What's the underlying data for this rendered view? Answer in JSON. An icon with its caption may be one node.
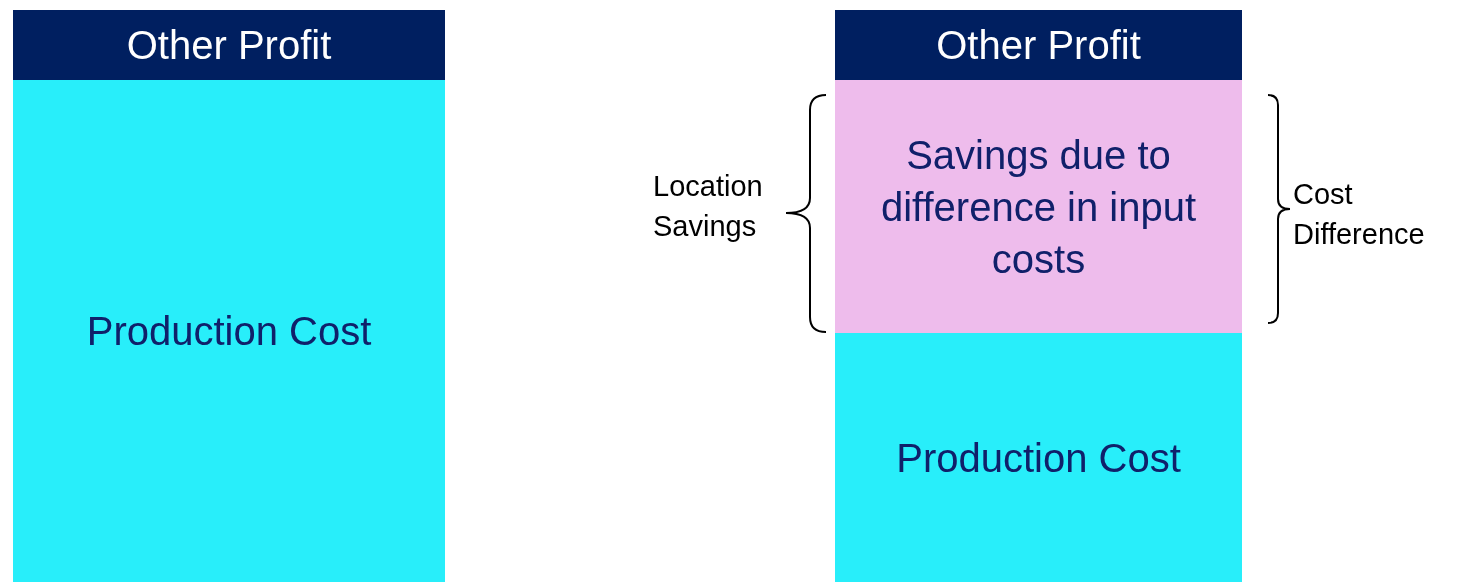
{
  "diagram": {
    "nodes": [
      {
        "text": [
          "Other Profit"
        ]
      },
      {
        "text": [
          "Production Cost"
        ]
      },
      {
        "text": [
          "Other Profit"
        ]
      },
      {
        "text": [
          "Savings due to difference in input costs"
        ]
      },
      {
        "text": [
          "Production Cost"
        ]
      }
    ],
    "labels": [
      "Location Savings",
      "Cost Difference"
    ]
  }
}
